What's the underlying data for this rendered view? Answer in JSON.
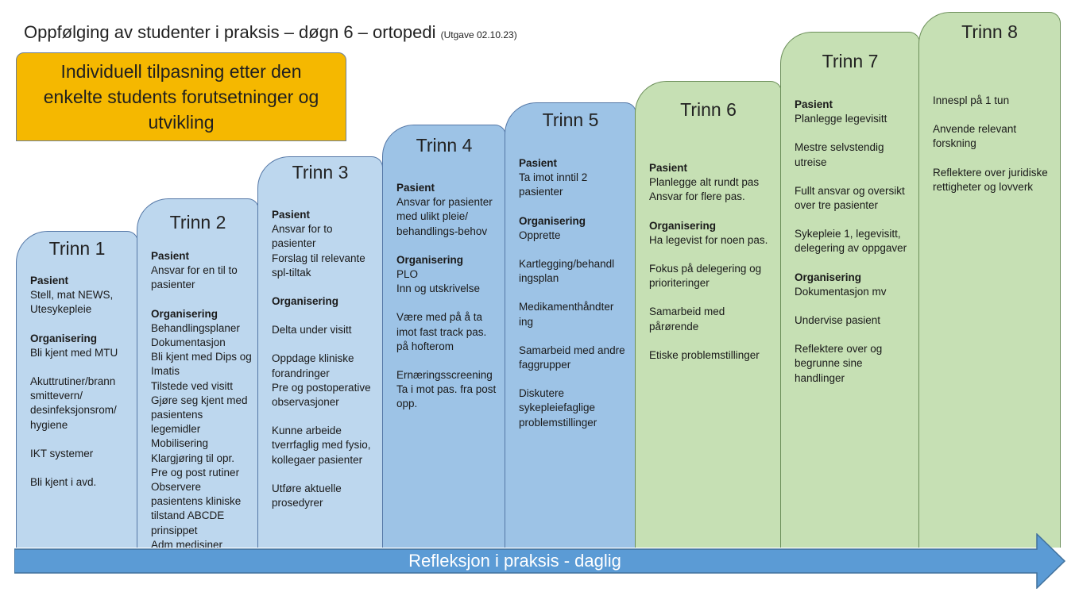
{
  "title": "Oppfølging av studenter i praksis – døgn 6 – ortopedi",
  "edition": "(Utgave 02.10.23)",
  "callout": "Individuell tilpasning etter den enkelte students forutsetninger og utvikling",
  "arrow_label": "Refleksjon i praksis - daglig",
  "steps": [
    {
      "head": "Trinn 1",
      "items": [
        {
          "t": "Pasient",
          "b": true
        },
        {
          "t": "Stell, mat NEWS, Utesykepleie"
        },
        {
          "t": "",
          "gap": true
        },
        {
          "t": "Organisering",
          "b": true
        },
        {
          "t": "Bli kjent med MTU"
        },
        {
          "t": "",
          "gap": true
        },
        {
          "t": "Akuttrutiner/brann smittevern/ desinfeksjonsrom/ hygiene"
        },
        {
          "t": "",
          "gap": true
        },
        {
          "t": "IKT systemer"
        },
        {
          "t": "",
          "gap": true
        },
        {
          "t": "Bli kjent i avd."
        }
      ]
    },
    {
      "head": "Trinn 2",
      "items": [
        {
          "t": "Pasient",
          "b": true
        },
        {
          "t": "Ansvar for en til to pasienter"
        },
        {
          "t": "",
          "gap": true
        },
        {
          "t": "Organisering",
          "b": true
        },
        {
          "t": "Behandlingsplaner"
        },
        {
          "t": "Dokumentasjon"
        },
        {
          "t": "Bli kjent med Dips og Imatis"
        },
        {
          "t": "Tilstede ved visitt"
        },
        {
          "t": "Gjøre seg kjent med pasientens legemidler"
        },
        {
          "t": "Mobilisering"
        },
        {
          "t": "Klargjøring til opr."
        },
        {
          "t": "Pre og post rutiner"
        },
        {
          "t": "Observere pasientens kliniske tilstand ABCDE prinsippet"
        },
        {
          "t": "Adm medisiner"
        }
      ]
    },
    {
      "head": "Trinn 3",
      "items": [
        {
          "t": "Pasient",
          "b": true
        },
        {
          "t": "Ansvar for to pasienter"
        },
        {
          "t": "Forslag til relevante spl-tiltak"
        },
        {
          "t": "",
          "gap": true
        },
        {
          "t": "Organisering",
          "b": true
        },
        {
          "t": "",
          "gap": true
        },
        {
          "t": "Delta under visitt"
        },
        {
          "t": "",
          "gap": true
        },
        {
          "t": "Oppdage kliniske forandringer"
        },
        {
          "t": "Pre og postoperative observasjoner"
        },
        {
          "t": "",
          "gap": true
        },
        {
          "t": "Kunne arbeide tverrfaglig med fysio, kollegaer pasienter"
        },
        {
          "t": "",
          "gap": true
        },
        {
          "t": "Utføre aktuelle prosedyrer"
        }
      ]
    },
    {
      "head": "Trinn 4",
      "items": [
        {
          "t": "Pasient",
          "b": true
        },
        {
          "t": "Ansvar for pasienter med ulikt pleie/ behandlings-behov"
        },
        {
          "t": "",
          "gap": true
        },
        {
          "t": "Organisering",
          "b": true
        },
        {
          "t": "PLO"
        },
        {
          "t": "Inn og utskrivelse"
        },
        {
          "t": "",
          "gap": true
        },
        {
          "t": "Være med på å ta imot fast track pas. på hofterom"
        },
        {
          "t": "",
          "gap": true
        },
        {
          "t": "Ernæringsscreening"
        },
        {
          "t": "Ta i mot pas. fra post opp."
        }
      ]
    },
    {
      "head": "Trinn 5",
      "items": [
        {
          "t": "Pasient",
          "b": true
        },
        {
          "t": "Ta imot inntil 2 pasienter"
        },
        {
          "t": "",
          "gap": true
        },
        {
          "t": "Organisering",
          "b": true
        },
        {
          "t": "Opprette"
        },
        {
          "t": "",
          "gap": true
        },
        {
          "t": "Kartlegging/behandl ingsplan"
        },
        {
          "t": "",
          "gap": true
        },
        {
          "t": "Medikamenthåndter ing"
        },
        {
          "t": "",
          "gap": true
        },
        {
          "t": "Samarbeid med andre faggrupper"
        },
        {
          "t": "",
          "gap": true
        },
        {
          "t": "Diskutere sykepleiefaglige problemstillinger"
        }
      ]
    },
    {
      "head": "Trinn 6",
      "items": [
        {
          "t": "Pasient",
          "b": true
        },
        {
          "t": "Planlegge alt rundt pas"
        },
        {
          "t": "Ansvar for flere pas."
        },
        {
          "t": "",
          "gap": true
        },
        {
          "t": "Organisering",
          "b": true
        },
        {
          "t": "Ha legevist for noen pas."
        },
        {
          "t": "",
          "gap": true
        },
        {
          "t": "Fokus på delegering og prioriteringer"
        },
        {
          "t": "",
          "gap": true
        },
        {
          "t": "Samarbeid med pårørende"
        },
        {
          "t": "",
          "gap": true
        },
        {
          "t": "Etiske problemstillinger"
        }
      ]
    },
    {
      "head": "Trinn 7",
      "items": [
        {
          "t": "Pasient",
          "b": true
        },
        {
          "t": "Planlegge legevisitt"
        },
        {
          "t": "",
          "gap": true
        },
        {
          "t": "Mestre selvstendig utreise"
        },
        {
          "t": "",
          "gap": true
        },
        {
          "t": "Fullt ansvar og oversikt over tre pasienter"
        },
        {
          "t": "",
          "gap": true
        },
        {
          "t": "Sykepleie 1, legevisitt, delegering av oppgaver"
        },
        {
          "t": "",
          "gap": true
        },
        {
          "t": "Organisering",
          "b": true
        },
        {
          "t": "Dokumentasjon mv"
        },
        {
          "t": "",
          "gap": true
        },
        {
          "t": "Undervise pasient"
        },
        {
          "t": "",
          "gap": true
        },
        {
          "t": "Reflektere over og begrunne sine handlinger"
        }
      ]
    },
    {
      "head": "Trinn 8",
      "items": [
        {
          "t": "Innespl på 1 tun"
        },
        {
          "t": "",
          "gap": true
        },
        {
          "t": "Anvende relevant forskning"
        },
        {
          "t": "",
          "gap": true
        },
        {
          "t": "Reflektere over juridiske rettigheter og lovverk"
        }
      ]
    }
  ]
}
